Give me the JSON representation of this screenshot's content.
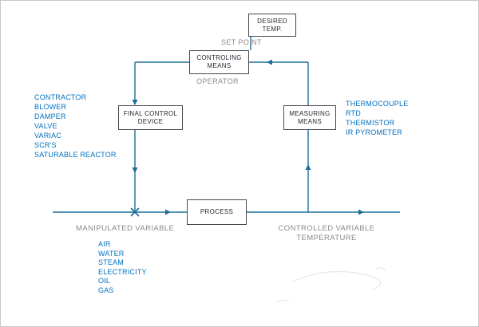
{
  "diagram": {
    "boxes": {
      "desired_temp": {
        "line1": "DESIRED",
        "line2": "TEMP."
      },
      "controlling_means": {
        "line1": "CONTROLING",
        "line2": "MEANS"
      },
      "final_control_device": {
        "line1": "FINAL CONTROL",
        "line2": "DEVICE"
      },
      "measuring_means": {
        "line1": "MEASURING",
        "line2": "MEANS"
      },
      "process": {
        "label": "PROCESS"
      }
    },
    "labels": {
      "set_point": "SET POINT",
      "operator": "OPERATOR",
      "manipulated_variable": "MANIPULATED VARIABLE",
      "controlled_variable": "CONTROLLED VARIABLE",
      "controlled_variable_sub": "TEMPERATURE"
    },
    "lists": {
      "final_control_examples": [
        "CONTRACTOR",
        "BLOWER",
        "DAMPER",
        "VALVE",
        "VARIAC",
        "SCR'S",
        "SATURABLE REACTOR"
      ],
      "measuring_examples": [
        "THERMOCOUPLE",
        "RTD",
        "THERMISTOR",
        "IR PYROMETER"
      ],
      "manipulated_examples": [
        "AIR",
        "WATER",
        "STEAM",
        "ELECTRICITY",
        "OIL",
        "GAS"
      ]
    },
    "colors": {
      "connector": "#1b6e99",
      "list_text": "#0070c0",
      "label_text": "#8a8a8a"
    }
  }
}
